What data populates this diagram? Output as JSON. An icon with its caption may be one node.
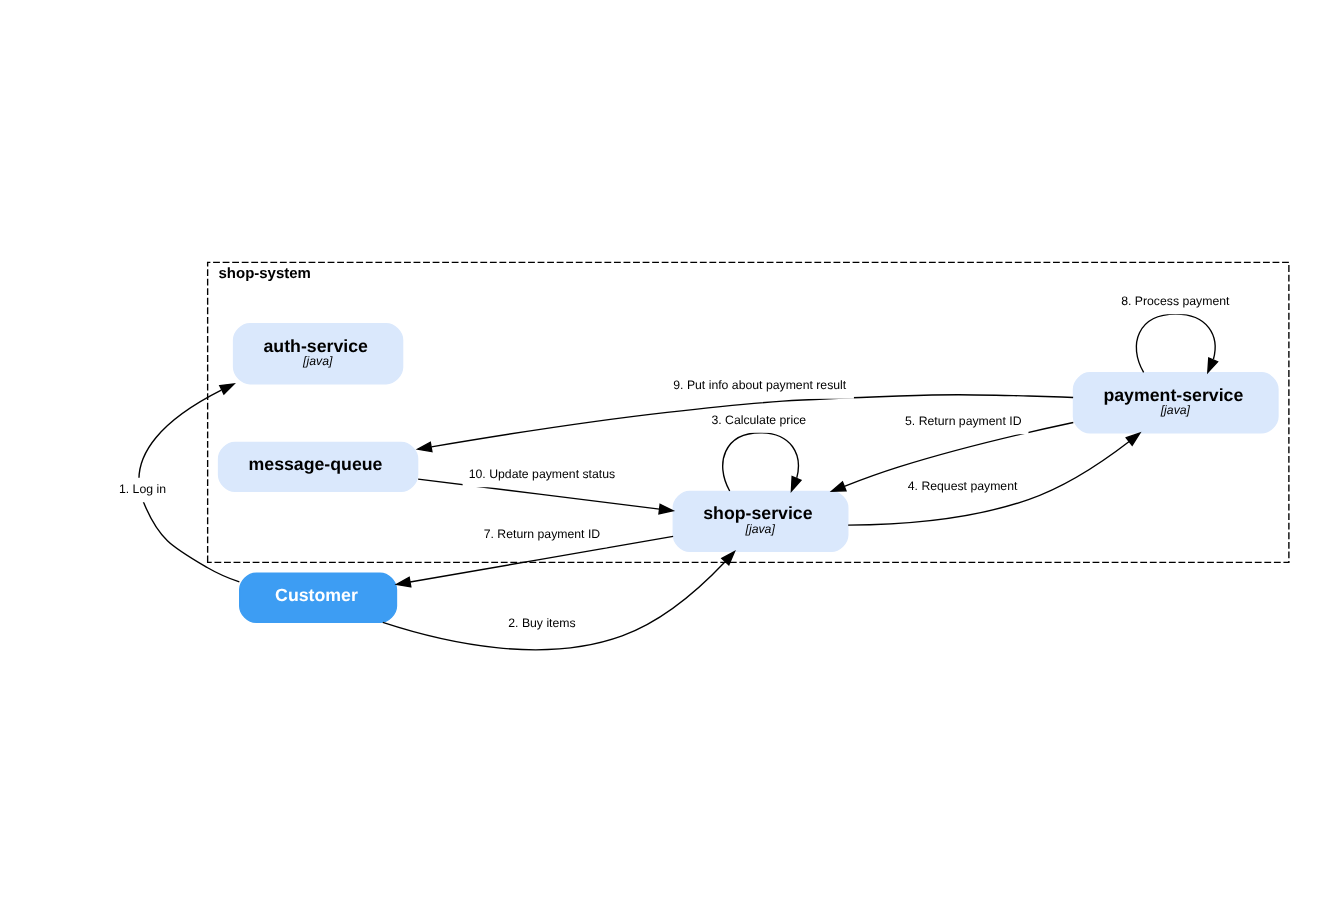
{
  "diagram": {
    "nodes": [
      {
        "text": [
          "shop-system"
        ]
      },
      {
        "text": [
          "auth-service",
          "[java]"
        ],
        "in": 0
      },
      {
        "text": [
          "message-queue"
        ],
        "in": 0
      },
      {
        "text": [
          "shop-service",
          "[java]"
        ],
        "in": 0
      },
      {
        "text": [
          "payment-service",
          "[java]"
        ],
        "in": 0
      },
      {
        "text": [
          "Customer"
        ]
      }
    ],
    "edges": [
      {
        "from": 5,
        "to": 1,
        "arrow": "to",
        "label": "1. Log in"
      },
      {
        "from": 5,
        "to": 3,
        "arrow": "to",
        "label": "2. Buy items"
      },
      {
        "from": 3,
        "to": 3,
        "arrow": "to",
        "label": "3. Calculate price"
      },
      {
        "from": 3,
        "to": 4,
        "arrow": "to",
        "label": "4. Request payment"
      },
      {
        "from": 4,
        "to": 3,
        "arrow": "to",
        "label": "5. Return payment ID"
      },
      {
        "from": 3,
        "to": 5,
        "arrow": "to",
        "label": "7. Return payment ID"
      },
      {
        "from": 4,
        "to": 4,
        "arrow": "to",
        "label": "8. Process payment"
      },
      {
        "from": 4,
        "to": 2,
        "arrow": "to",
        "label": "9. Put info about payment result"
      },
      {
        "from": 2,
        "to": 3,
        "arrow": "to",
        "label": "10. Update payment status"
      }
    ]
  }
}
